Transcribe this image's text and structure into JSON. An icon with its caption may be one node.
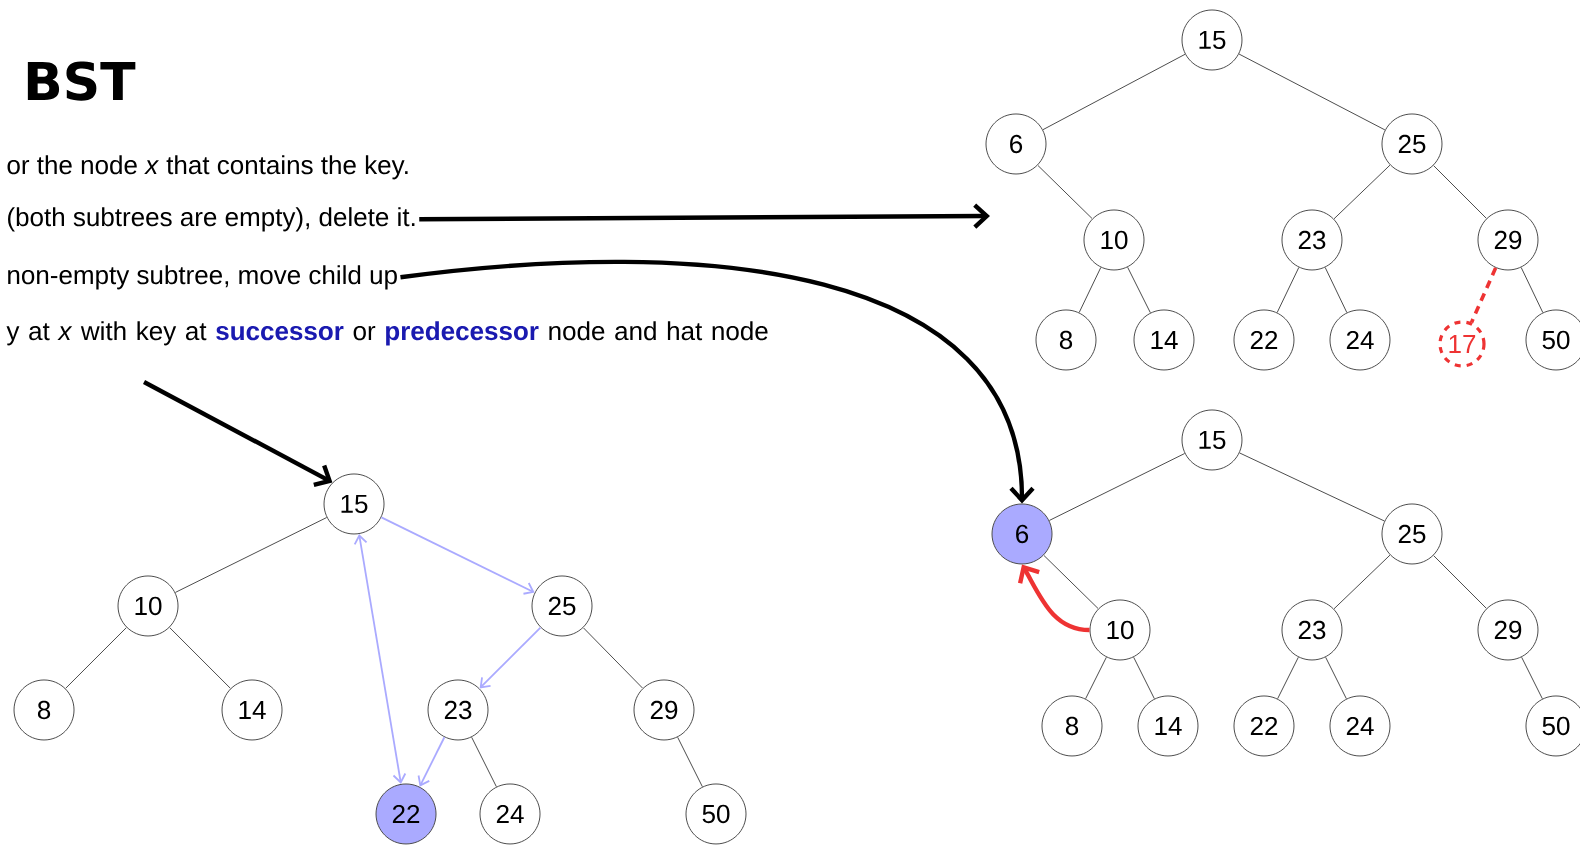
{
  "diagram": {
    "title": "BST",
    "nodes": [
      {
        "text": [
          "(both subtrees are empty), delete it."
        ]
      },
      {
        "text": [
          "non-empty subtree, move child up"
        ]
      },
      {
        "text": [
          "y at *x* with key at **successor** or **predecessor** node and hat node"
        ]
      },
      {
        "text": [
          "15"
        ]
      },
      {
        "text": [
          "6"
        ]
      },
      {
        "text": [
          "25"
        ]
      },
      {
        "text": [
          "10"
        ]
      },
      {
        "text": [
          "23"
        ]
      },
      {
        "text": [
          "29"
        ]
      },
      {
        "text": [
          "8"
        ]
      },
      {
        "text": [
          "14"
        ]
      },
      {
        "text": [
          "22"
        ]
      },
      {
        "text": [
          "24"
        ]
      },
      {
        "text": [
          "17"
        ]
      },
      {
        "text": [
          "50"
        ]
      },
      {
        "text": [
          "15"
        ]
      },
      {
        "text": [
          "6"
        ]
      },
      {
        "text": [
          "25"
        ]
      },
      {
        "text": [
          "10"
        ]
      },
      {
        "text": [
          "23"
        ]
      },
      {
        "text": [
          "29"
        ]
      },
      {
        "text": [
          "8"
        ]
      },
      {
        "text": [
          "14"
        ]
      },
      {
        "text": [
          "22"
        ]
      },
      {
        "text": [
          "24"
        ]
      },
      {
        "text": [
          "50"
        ]
      },
      {
        "text": [
          "15"
        ]
      },
      {
        "text": [
          "10"
        ]
      },
      {
        "text": [
          "25"
        ]
      },
      {
        "text": [
          "8"
        ]
      },
      {
        "text": [
          "14"
        ]
      },
      {
        "text": [
          "23"
        ]
      },
      {
        "text": [
          "29"
        ]
      },
      {
        "text": [
          "22"
        ]
      },
      {
        "text": [
          "24"
        ]
      },
      {
        "text": [
          "50"
        ]
      }
    ],
    "edges": [
      {
        "from": 0,
        "to": null,
        "arrow": "to",
        "style": "thick"
      },
      {
        "from": 1,
        "to": 16,
        "arrow": "to",
        "style": "thick"
      },
      {
        "from": 2,
        "to": 26,
        "arrow": "to",
        "style": "thick"
      },
      {
        "from": 3,
        "to": 4,
        "arrow": "none"
      },
      {
        "from": 3,
        "to": 5,
        "arrow": "none"
      },
      {
        "from": 4,
        "to": 6,
        "arrow": "none"
      },
      {
        "from": 5,
        "to": 7,
        "arrow": "none"
      },
      {
        "from": 5,
        "to": 8,
        "arrow": "none"
      },
      {
        "from": 6,
        "to": 9,
        "arrow": "none"
      },
      {
        "from": 6,
        "to": 10,
        "arrow": "none"
      },
      {
        "from": 7,
        "to": 11,
        "arrow": "none"
      },
      {
        "from": 7,
        "to": 12,
        "arrow": "none"
      },
      {
        "from": 8,
        "to": 13,
        "arrow": "none",
        "style": "dashed",
        "color": "#ee3333"
      },
      {
        "from": 8,
        "to": 14,
        "arrow": "none"
      },
      {
        "from": 15,
        "to": 16,
        "arrow": "none"
      },
      {
        "from": 15,
        "to": 17,
        "arrow": "none"
      },
      {
        "from": 16,
        "to": 18,
        "arrow": "none"
      },
      {
        "from": 17,
        "to": 19,
        "arrow": "none"
      },
      {
        "from": 17,
        "to": 20,
        "arrow": "none"
      },
      {
        "from": 18,
        "to": 21,
        "arrow": "none"
      },
      {
        "from": 18,
        "to": 22,
        "arrow": "none"
      },
      {
        "from": 19,
        "to": 23,
        "arrow": "none"
      },
      {
        "from": 19,
        "to": 24,
        "arrow": "none"
      },
      {
        "from": 20,
        "to": 25,
        "arrow": "none"
      },
      {
        "from": 18,
        "to": 16,
        "arrow": "to",
        "style": "thick",
        "color": "#ee3333"
      },
      {
        "from": 26,
        "to": 27,
        "arrow": "none"
      },
      {
        "from": 27,
        "to": 29,
        "arrow": "none"
      },
      {
        "from": 27,
        "to": 30,
        "arrow": "none"
      },
      {
        "from": 28,
        "to": 32,
        "arrow": "none"
      },
      {
        "from": 31,
        "to": 34,
        "arrow": "none"
      },
      {
        "from": 32,
        "to": 35,
        "arrow": "none"
      },
      {
        "from": 26,
        "to": 28,
        "arrow": "to",
        "color": "#aaaaff"
      },
      {
        "from": 28,
        "to": 31,
        "arrow": "to",
        "color": "#aaaaff"
      },
      {
        "from": 31,
        "to": 33,
        "arrow": "to",
        "color": "#aaaaff"
      },
      {
        "from": 26,
        "to": 33,
        "arrow": "both",
        "color": "#aaaaff"
      }
    ],
    "labels": [
      "or the node *x* that contains the key."
    ]
  }
}
